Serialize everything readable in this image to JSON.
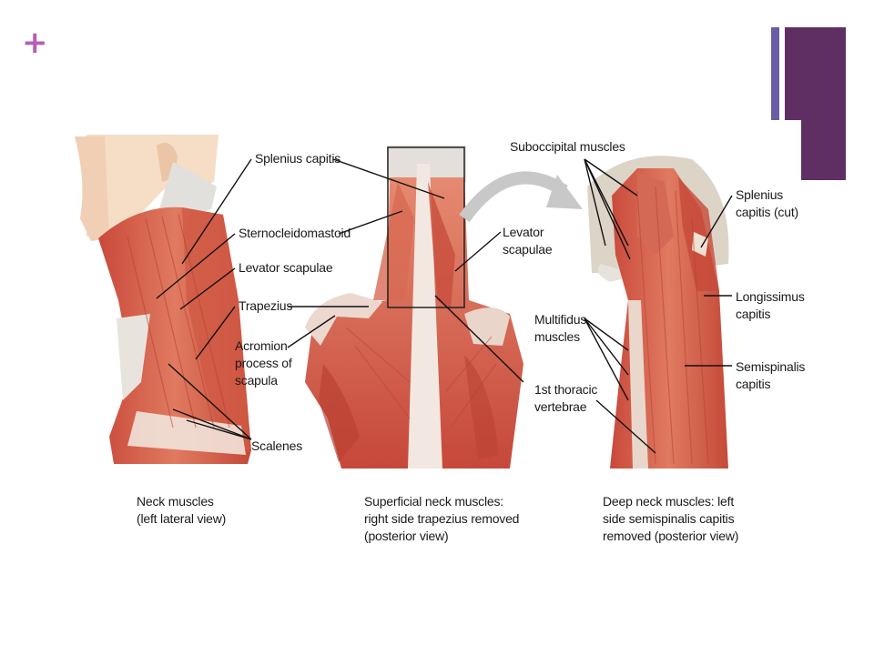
{
  "slide": {
    "plus_symbol": "+",
    "colors": {
      "accent_thin": "#6b5ca8",
      "accent_main": "#5f2f63",
      "plus": "#b45fb8",
      "muscle": "#d9604a",
      "tendon": "#f4e6dc"
    }
  },
  "labels": {
    "splenius_capitis": "Splenius capitis",
    "sternocleidomastoid": "Sternocleidomastoid",
    "levator_scapulae_left": "Levator scapulae",
    "trapezius": "Trapezius",
    "acromion": [
      "Acromion",
      "process of",
      "scapula"
    ],
    "scalenes": "Scalenes",
    "suboccipital": "Suboccipital muscles",
    "levator_scapulae_mid": [
      "Levator",
      "scapulae"
    ],
    "multifidus": [
      "Multifidus",
      "muscles"
    ],
    "thoracic": [
      "1st thoracic",
      "vertebrae"
    ],
    "splenius_cut": [
      "Splenius",
      "capitis (cut)"
    ],
    "longissimus": [
      "Longissimus",
      "capitis"
    ],
    "semispinalis": [
      "Semispinalis",
      "capitis"
    ]
  },
  "captions": {
    "left": [
      "Neck muscles",
      "(left lateral view)"
    ],
    "middle": [
      "Superficial neck muscles:",
      "right side trapezius removed",
      "(posterior view)"
    ],
    "right": [
      "Deep neck muscles: left",
      "side semispinalis capitis",
      "removed (posterior view)"
    ]
  }
}
